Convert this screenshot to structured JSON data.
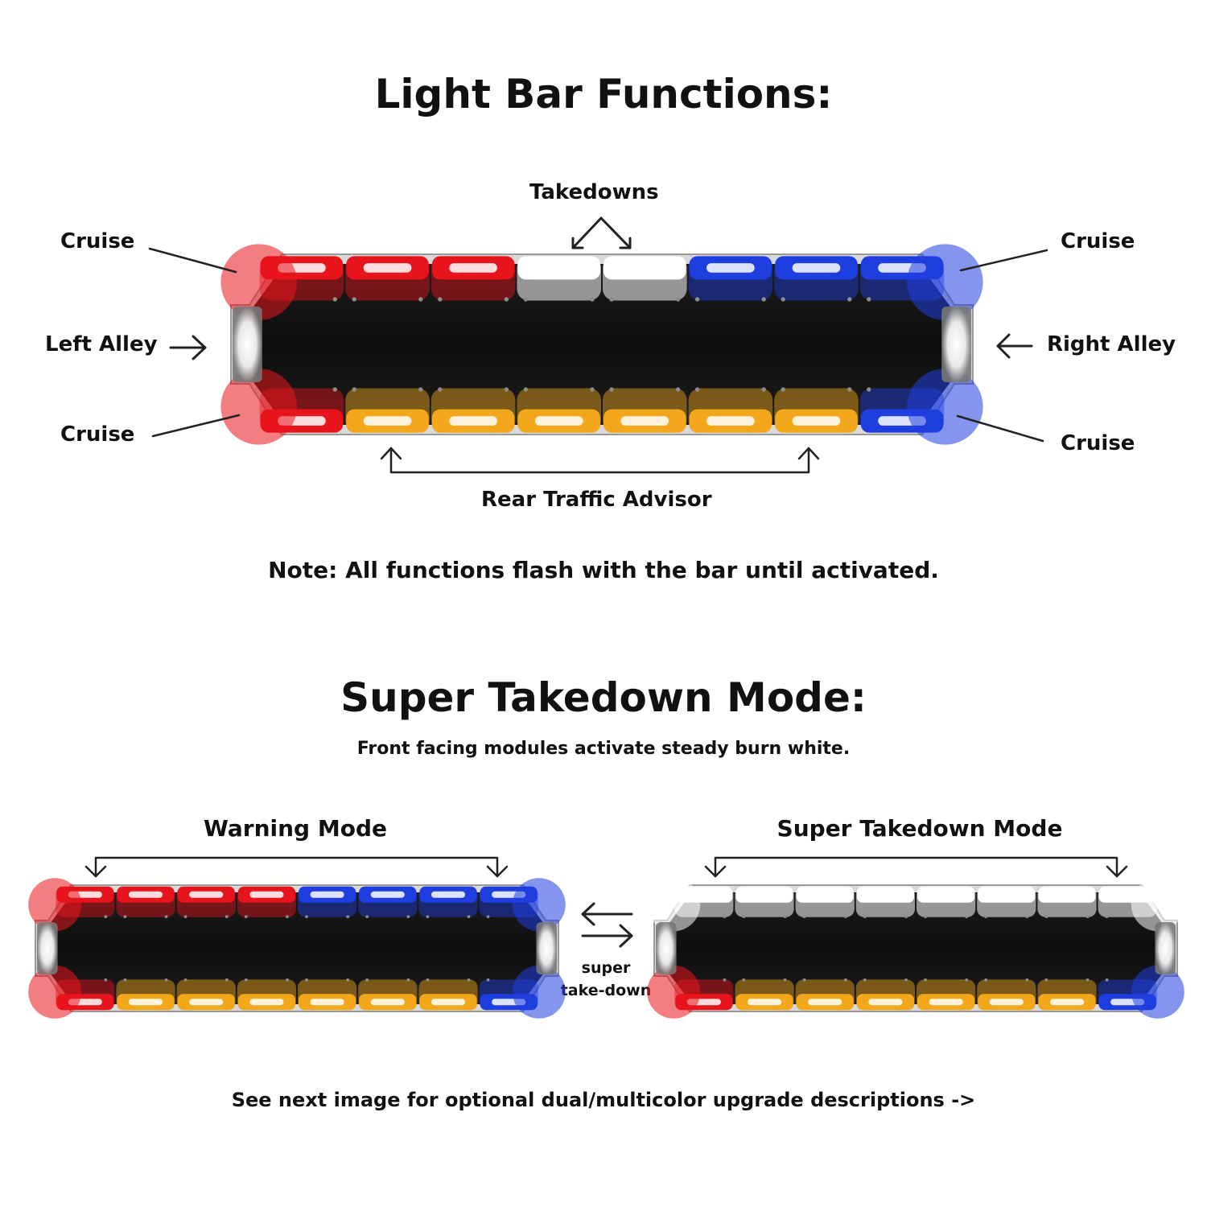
{
  "section1": {
    "title": "Light Bar Functions:",
    "labels": {
      "takedowns": "Takedowns",
      "cruise_top_left": "Cruise",
      "cruise_top_right": "Cruise",
      "left_alley": "Left Alley",
      "right_alley": "Right Alley",
      "cruise_bottom_left": "Cruise",
      "cruise_bottom_right": "Cruise",
      "rear_traffic_advisor": "Rear Traffic Advisor"
    },
    "note": "Note: All functions flash with the bar until activated."
  },
  "section2": {
    "title": "Super Takedown Mode:",
    "subtitle": "Front facing modules activate steady burn white.",
    "warning_label": "Warning Mode",
    "super_label": "Super Takedown Mode",
    "toggle_line1": "super",
    "toggle_line2": "take-down"
  },
  "footer": "See next image for optional dual/multicolor upgrade descriptions ->",
  "colors": {
    "red": "#e8141c",
    "blue": "#1f3ee0",
    "amber": "#f2a81a",
    "white": "#ffffff",
    "body": "#141414"
  },
  "bars": {
    "main_front": [
      "red",
      "red",
      "red",
      "white",
      "white",
      "blue",
      "blue",
      "blue"
    ],
    "main_rear": [
      "red",
      "amber",
      "amber",
      "amber",
      "amber",
      "amber",
      "amber",
      "blue"
    ],
    "warning_front": [
      "red",
      "red",
      "red",
      "red",
      "blue",
      "blue",
      "blue",
      "blue"
    ],
    "warning_rear": [
      "red",
      "amber",
      "amber",
      "amber",
      "amber",
      "amber",
      "amber",
      "blue"
    ],
    "super_front": [
      "white",
      "white",
      "white",
      "white",
      "white",
      "white",
      "white",
      "white"
    ],
    "super_rear": [
      "red",
      "amber",
      "amber",
      "amber",
      "amber",
      "amber",
      "amber",
      "blue"
    ]
  }
}
